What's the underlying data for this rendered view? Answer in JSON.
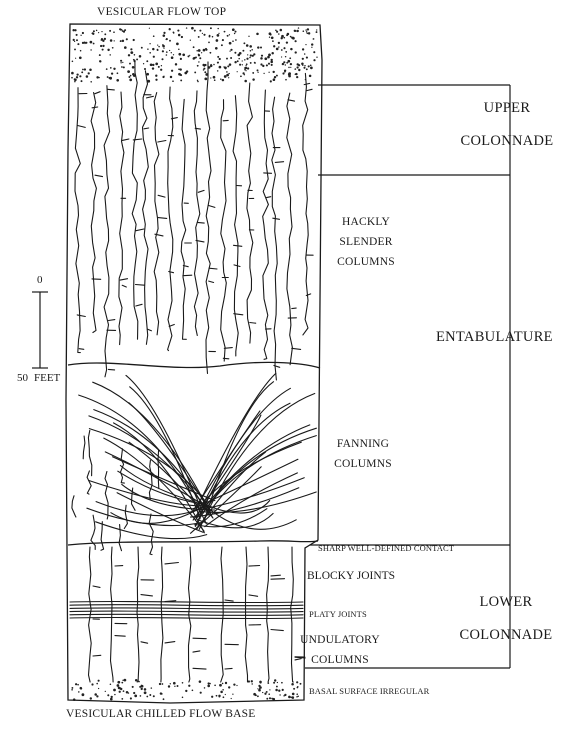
{
  "labels": {
    "top": "VESICULAR FLOW TOP",
    "bottom": "VESICULAR CHILLED FLOW BASE",
    "hackly": "HACKLY SLENDER COLUMNS",
    "fanning": "FANNING COLUMNS",
    "sharp_contact": "SHARP WELL-DEFINED CONTACT",
    "blocky": "BLOCKY JOINTS",
    "platy": "PLATY JOINTS",
    "undulatory": "UNDULATORY COLUMNS",
    "basal": "BASAL SURFACE IRREGULAR"
  },
  "zones": {
    "upper": "UPPER COLONNADE",
    "entabulature": "ENTABULATURE",
    "lower": "LOWER COLONNADE"
  },
  "scale": {
    "zero": "0",
    "fifty": "50",
    "unit": "FEET"
  }
}
